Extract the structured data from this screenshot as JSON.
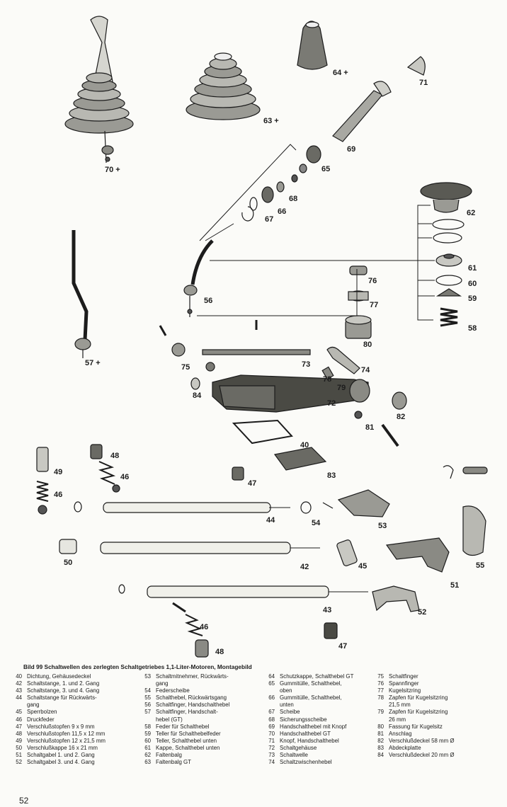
{
  "labels": {
    "p40": "40",
    "p42": "42",
    "p43": "43",
    "p44": "44",
    "p45": "45",
    "p46a": "46",
    "p46b": "46",
    "p46c": "46",
    "p47a": "47",
    "p47b": "47",
    "p48a": "48",
    "p48b": "48",
    "p49": "49",
    "p50": "50",
    "p51": "51",
    "p52": "52",
    "p53": "53",
    "p54": "54",
    "p55": "55",
    "p56": "56",
    "p57": "57 +",
    "p58": "58",
    "p59": "59",
    "p60": "60",
    "p61": "61",
    "p62": "62",
    "p63": "63 +",
    "p64": "64 +",
    "p65": "65",
    "p66": "66",
    "p67": "67",
    "p68": "68",
    "p69": "69",
    "p70": "70 +",
    "p71": "71",
    "p72": "72",
    "p73": "73",
    "p74": "74",
    "p75": "75",
    "p76": "76",
    "p77": "77",
    "p78": "78",
    "p79": "79",
    "p80": "80",
    "p81": "81",
    "p82": "82",
    "p83": "83",
    "p84": "84"
  },
  "caption": {
    "fig": "Bild 99",
    "title": "Schaltwellen des zerlegten Schaltgetriebes 1,1-Liter-Motoren, Montagebild"
  },
  "legend": [
    [
      {
        "n": "40",
        "t": "Dichtung, Gehäusedeckel"
      },
      {
        "n": "42",
        "t": "Schaltstange, 1. und 2. Gang"
      },
      {
        "n": "43",
        "t": "Schaltstange, 3. und 4. Gang"
      },
      {
        "n": "44",
        "t": "Schaltstange für Rückwärts-\ngang"
      },
      {
        "n": "45",
        "t": "Sperrbolzen"
      },
      {
        "n": "46",
        "t": "Druckfeder"
      },
      {
        "n": "47",
        "t": "Verschlußstopfen 9 x 9 mm"
      },
      {
        "n": "48",
        "t": "Verschlußstopfen 11,5 x 12 mm"
      },
      {
        "n": "49",
        "t": "Verschlußstopfen 12 x 21,5 mm"
      },
      {
        "n": "50",
        "t": "Verschlußkappe 16 x 21 mm"
      },
      {
        "n": "51",
        "t": "Schaltgabel 1. und 2. Gang"
      },
      {
        "n": "52",
        "t": "Schaltgabel 3. und 4. Gang"
      }
    ],
    [
      {
        "n": "53",
        "t": "Schaltmitnehmer, Rückwärts-\ngang"
      },
      {
        "n": "54",
        "t": "Federscheibe"
      },
      {
        "n": "55",
        "t": "Schalthebel, Rückwärtsgang"
      },
      {
        "n": "56",
        "t": "Schaltfinger, Handschalthebel"
      },
      {
        "n": "57",
        "t": "Schaltfinger, Handschalt-\nhebel (GT)"
      },
      {
        "n": "58",
        "t": "Feder für Schalthebel"
      },
      {
        "n": "59",
        "t": "Teller für Schalthebelfeder"
      },
      {
        "n": "60",
        "t": "Teller, Schalthebel unten"
      },
      {
        "n": "61",
        "t": "Kappe, Schalthebel unten"
      },
      {
        "n": "62",
        "t": "Faltenbalg"
      },
      {
        "n": "63",
        "t": "Faltenbalg GT"
      }
    ],
    [
      {
        "n": "64",
        "t": "Schutzkappe, Schalthebel GT"
      },
      {
        "n": "65",
        "t": "Gummitülle, Schalthebel,\noben"
      },
      {
        "n": "66",
        "t": "Gummitülle, Schalthebel,\nunten"
      },
      {
        "n": "67",
        "t": "Scheibe"
      },
      {
        "n": "68",
        "t": "Sicherungsscheibe"
      },
      {
        "n": "69",
        "t": "Handschalthebel mit Knopf"
      },
      {
        "n": "70",
        "t": "Handschalthebel GT"
      },
      {
        "n": "71",
        "t": "Knopf, Handschalthebel"
      },
      {
        "n": "72",
        "t": "Schaltgehäuse"
      },
      {
        "n": "73",
        "t": "Schaltwelle"
      },
      {
        "n": "74",
        "t": "Schaltzwischenhebel"
      }
    ],
    [
      {
        "n": "75",
        "t": "Schaltfinger"
      },
      {
        "n": "76",
        "t": "Spannfinger"
      },
      {
        "n": "77",
        "t": "Kugelsitzring"
      },
      {
        "n": "78",
        "t": "Zapfen für Kugelsitzring\n21,5 mm"
      },
      {
        "n": "79",
        "t": "Zapfen für Kugelsitzring\n26 mm"
      },
      {
        "n": "80",
        "t": "Fassung für Kugelsitz"
      },
      {
        "n": "81",
        "t": "Anschlag"
      },
      {
        "n": "82",
        "t": "Verschlußdeckel 58 mm Ø"
      },
      {
        "n": "83",
        "t": "Abdeckplatte"
      },
      {
        "n": "84",
        "t": "Verschlußdeckel 20 mm Ø"
      }
    ]
  ],
  "page_number": "52"
}
